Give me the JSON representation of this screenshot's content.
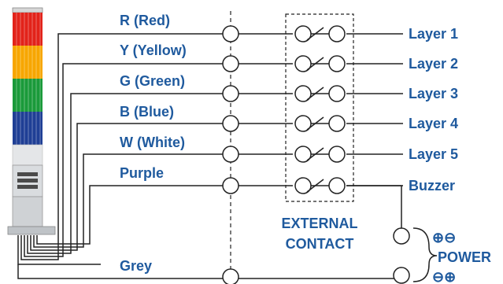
{
  "colors": {
    "label": "#1f5a9e",
    "wire": "#222222",
    "red": "#e2231a",
    "amber": "#f7a600",
    "green": "#1a9a3a",
    "blue": "#1f3f95",
    "white_lens": "#e4e6e8"
  },
  "wires": [
    {
      "color_label": "R (Red)",
      "output_label": "Layer 1"
    },
    {
      "color_label": "Y (Yellow)",
      "output_label": "Layer 2"
    },
    {
      "color_label": "G (Green)",
      "output_label": "Layer 3"
    },
    {
      "color_label": "B (Blue)",
      "output_label": "Layer 4"
    },
    {
      "color_label": "W (White)",
      "output_label": "Layer 5"
    },
    {
      "color_label": "Purple",
      "output_label": "Buzzer"
    }
  ],
  "grey_label": "Grey",
  "external_contact": {
    "line1": "EXTERNAL",
    "line2": "CONTACT"
  },
  "power": {
    "label": "POWER",
    "plus_symbol": "⊕⊖",
    "minus_symbol": "⊖⊕"
  }
}
